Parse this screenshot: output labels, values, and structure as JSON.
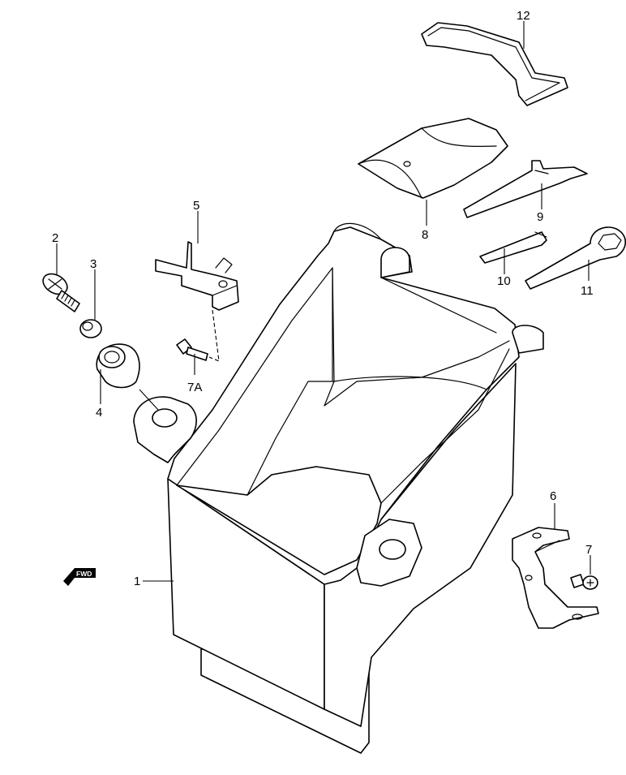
{
  "callouts": {
    "p1": "1",
    "p2": "2",
    "p3": "3",
    "p4": "4",
    "p5": "5",
    "p6": "6",
    "p7": "7",
    "p7a": "7A",
    "p8": "8",
    "p9": "9",
    "p10": "10",
    "p11": "11",
    "p12": "12"
  },
  "fwd_badge": "FWD",
  "colors": {
    "line": "#000000",
    "background": "#ffffff"
  }
}
